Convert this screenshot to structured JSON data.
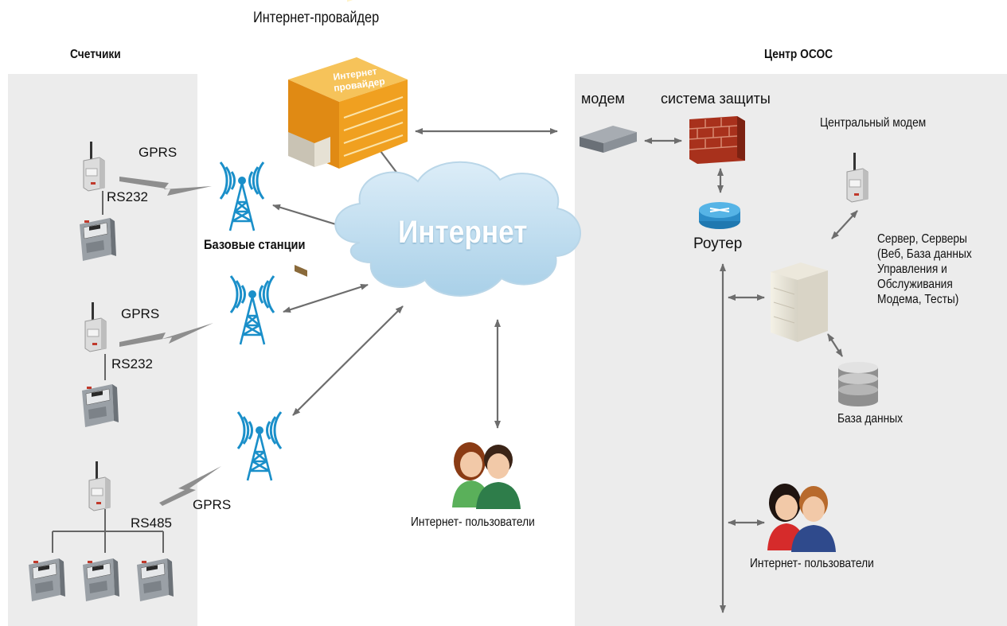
{
  "diagram": {
    "title_top": "Интернет-провайдер",
    "left_panel_title": "Счетчики",
    "right_panel_title": "Центр ОСОС",
    "isp_building_label": "Интернет провайдер",
    "cloud_label": "Интернет",
    "base_stations_label": "Базовые станции",
    "gprs_labels": [
      "GPRS",
      "GPRS",
      "GPRS"
    ],
    "interface_labels": [
      "RS232",
      "RS232",
      "RS485"
    ],
    "modem_label": "модем",
    "firewall_label": "система защиты",
    "router_label": "Роутер",
    "central_modem_label": "Центральный модем",
    "server_label_lines": [
      "Сервер, Серверы",
      "(Веб, База данных",
      "Управления и",
      "Обслуживания",
      "Модема, Тесты)"
    ],
    "database_label": "База данных",
    "users_center_label": "Интернет- пользователи",
    "users_right_label": "Интернет- пользователи",
    "colors": {
      "panel": "#ececec",
      "arrow": "#6d6d6d",
      "tower": "#1a8fc9",
      "cloud": "#c5e0f0",
      "building": "#f0a020",
      "firewall": "#a8311c",
      "router": "#3a9fd6"
    }
  }
}
